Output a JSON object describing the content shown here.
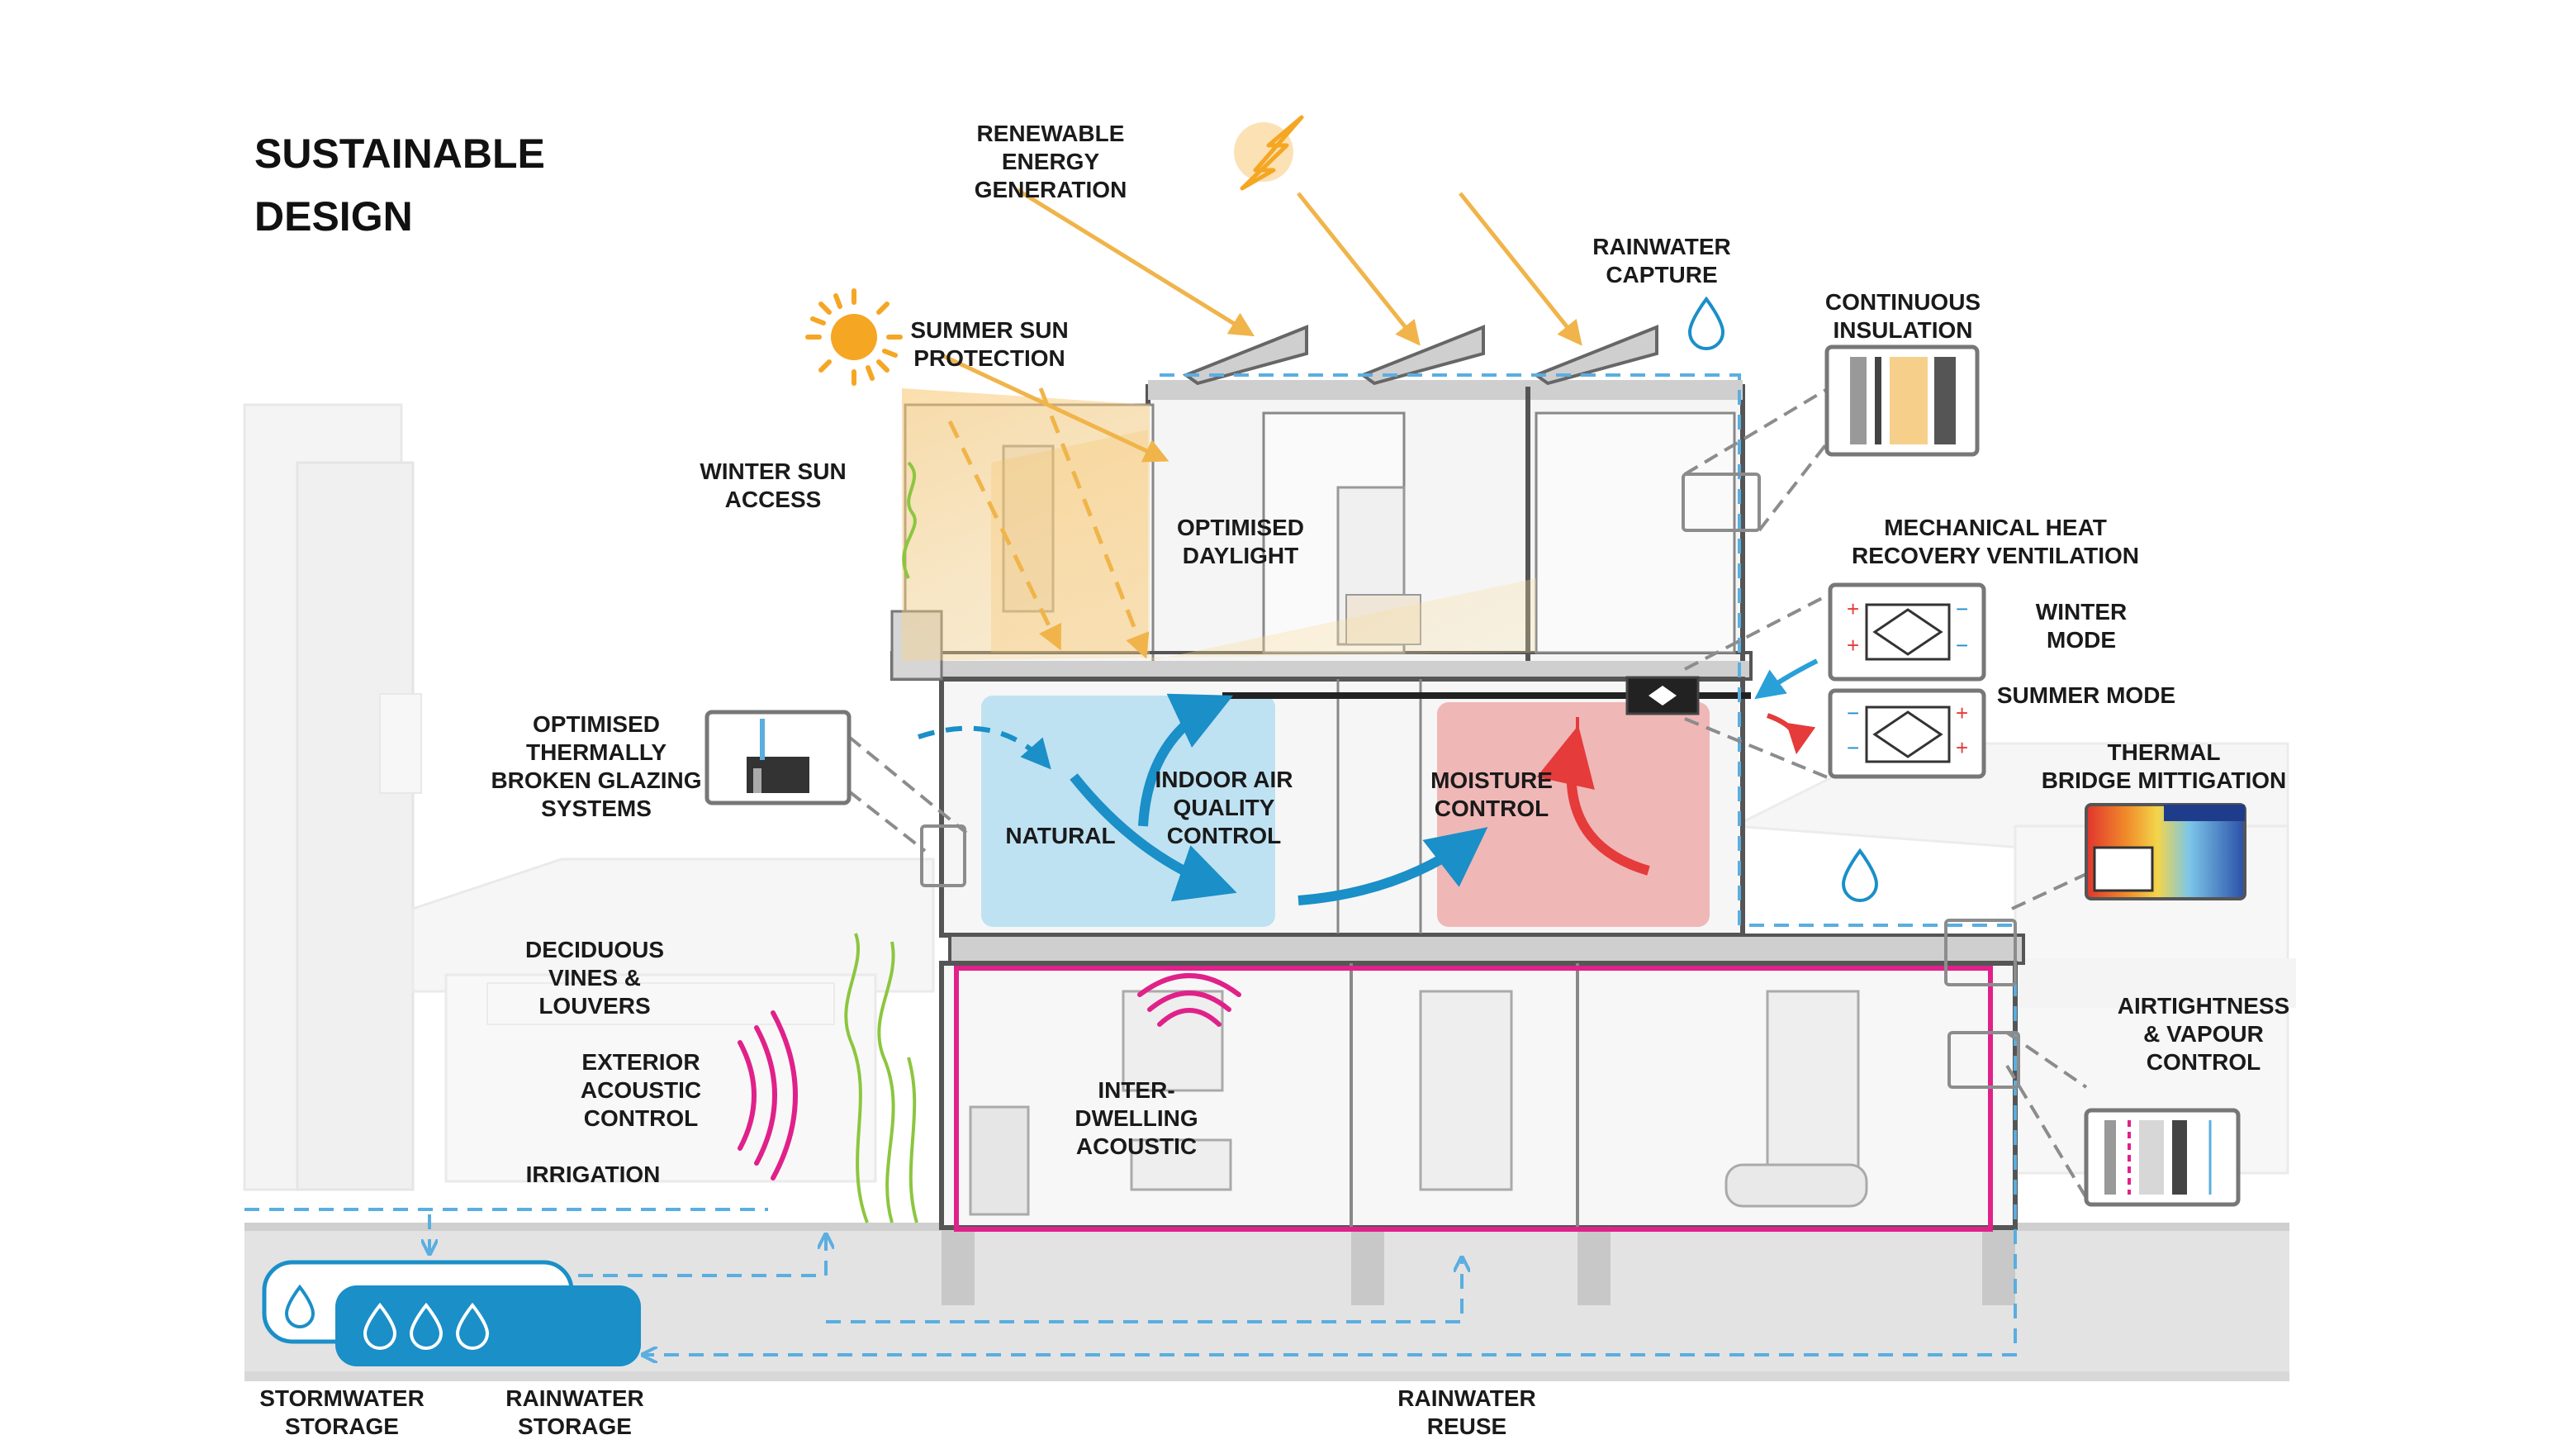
{
  "title": [
    "SUSTAINABLE",
    "DESIGN"
  ],
  "labels": {
    "renewable_energy": "RENEWABLE\nENERGY\nGENERATION",
    "rainwater_capture": "RAINWATER\nCAPTURE",
    "continuous_insulation": "CONTINUOUS\nINSULATION",
    "summer_sun": "SUMMER SUN\nPROTECTION",
    "winter_sun": "WINTER SUN\nACCESS",
    "optimised_daylight": "OPTIMISED\nDAYLIGHT",
    "mhrv": "MECHANICAL HEAT\nRECOVERY VENTILATION",
    "winter_mode": "WINTER\nMODE",
    "summer_mode": "SUMMER MODE",
    "glazing": "OPTIMISED\nTHERMALLY\nBROKEN GLAZING\nSYSTEMS",
    "natural": "NATURAL",
    "indoor_air": "INDOOR AIR\nQUALITY\nCONTROL",
    "moisture": "MOISTURE\nCONTROL",
    "thermal_bridge": "THERMAL\nBRIDGE MITTIGATION",
    "deciduous": "DECIDUOUS\nVINES &\nLOUVERS",
    "exterior_acoustic": "EXTERIOR\nACOUSTIC\nCONTROL",
    "irrigation": "IRRIGATION",
    "inter_dwelling": "INTER-\nDWELLING\nACOUSTIC",
    "airtightness": "AIRTIGHTNESS\n& VAPOUR\nCONTROL",
    "stormwater": "STORMWATER\nSTORAGE",
    "rainwater_storage": "RAINWATER\nSTORAGE",
    "rainwater_reuse": "RAINWATER\nREUSE"
  },
  "icons": [
    "sun-icon",
    "lightning-icon",
    "water-drop-icon",
    "solar-panel-icon",
    "heat-exchanger-icon",
    "sound-wave-icon"
  ],
  "colors": {
    "text": "#1a1a1a",
    "sun": "#f5a623",
    "sun_ray": "#f0b44a",
    "water_blue": "#1a8fc8",
    "dashed_blue": "#5aaee0",
    "warm_zone": "#e86a6a",
    "cool_zone": "#8fd1ee",
    "acoustic_pink": "#e0218a",
    "building_line": "#555555",
    "callout_line": "#8c8c8c"
  }
}
